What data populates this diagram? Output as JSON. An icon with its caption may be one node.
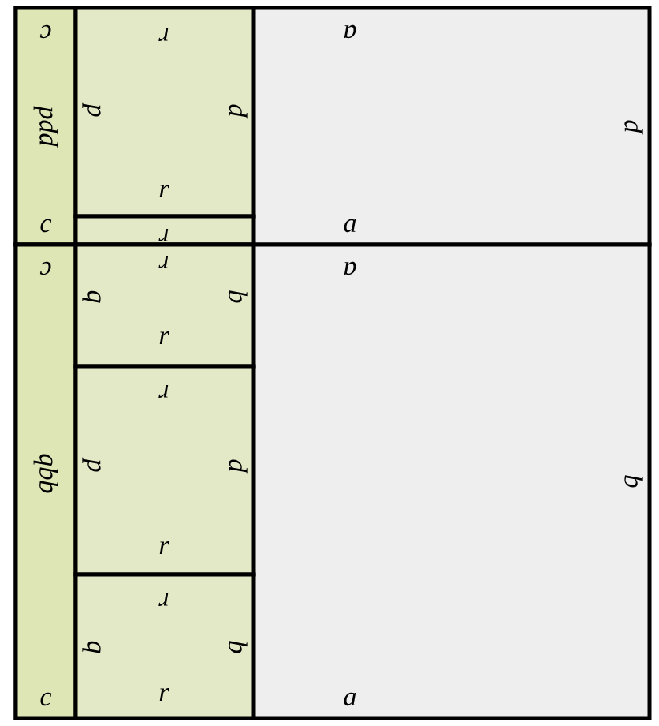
{
  "diagram": {
    "nodes": [
      {
        "text": [
          "a",
          "p",
          "a"
        ]
      },
      {
        "text": [
          "c",
          "ppd",
          "c"
        ],
        "in": 0
      },
      {
        "text": [
          "r",
          "p",
          "p",
          "r"
        ],
        "in": 0
      },
      {
        "text": [
          "r"
        ],
        "in": 0
      },
      {
        "text": [
          "a",
          "q",
          "a"
        ]
      },
      {
        "text": [
          "c",
          "qqb",
          "c"
        ],
        "in": 4
      },
      {
        "text": [
          "r",
          "q",
          "q",
          "r"
        ],
        "in": 4
      },
      {
        "text": [
          "r",
          "p",
          "p",
          "r"
        ],
        "in": 4
      },
      {
        "text": [
          "r",
          "q",
          "q",
          "r"
        ],
        "in": 4
      }
    ]
  }
}
